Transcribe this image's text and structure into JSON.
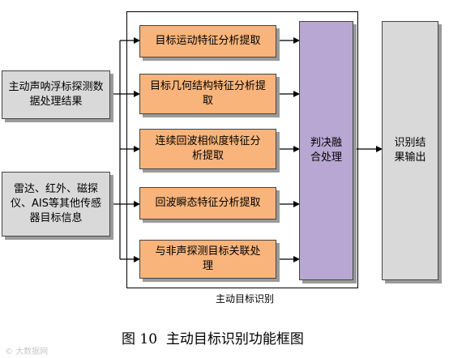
{
  "inputs": {
    "sonar": "主动声呐浮标探测数据处理结果",
    "sensors": "雷达、红外、磁探仪、AIS等其他传感器目标信息"
  },
  "features": [
    "目标运动特征分析提取",
    "目标几何结构特征分析提取",
    "连续回波相似度特征分析提取",
    "回波瞬态特征分析提取",
    "与非声探测目标关联处理"
  ],
  "fusion": "判决融合处理",
  "output": "识别结果输出",
  "frame_label": "主动目标识别",
  "caption": "图 10  主动目标识别功能框图",
  "watermark": "大数据网"
}
